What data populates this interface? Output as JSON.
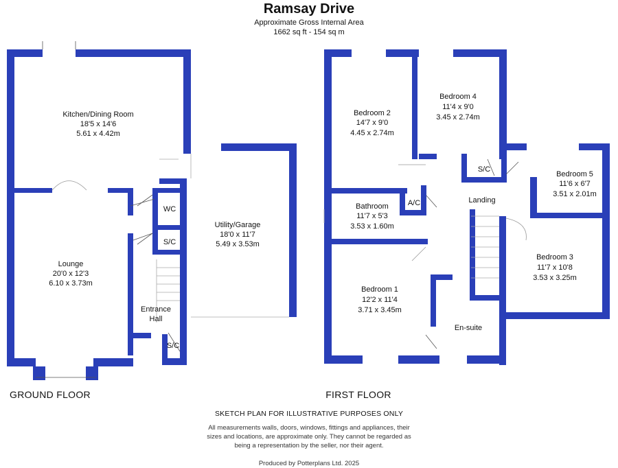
{
  "header": {
    "title": "Ramsay Drive",
    "subtitle": "Approximate Gross Internal Area",
    "area": "1662 sq ft - 154 sq m"
  },
  "colors": {
    "wall": "#2a3fb8",
    "background": "#ffffff",
    "text": "#111111"
  },
  "ground_floor": {
    "label": "GROUND FLOOR",
    "rooms": {
      "kitchen": {
        "name": "Kitchen/Dining Room",
        "imperial": "18'5 x 14'6",
        "metric": "5.61 x 4.42m"
      },
      "lounge": {
        "name": "Lounge",
        "imperial": "20'0 x 12'3",
        "metric": "6.10 x 3.73m"
      },
      "utility": {
        "name": "Utility/Garage",
        "imperial": "18'0 x 11'7",
        "metric": "5.49 x 3.53m"
      },
      "wc": {
        "name": "WC"
      },
      "sc1": {
        "name": "S/C"
      },
      "sc2": {
        "name": "S/C"
      },
      "hall_line1": "Entrance",
      "hall_line2": "Hall"
    }
  },
  "first_floor": {
    "label": "FIRST FLOOR",
    "rooms": {
      "bedroom2": {
        "name": "Bedroom 2",
        "imperial": "14'7 x 9'0",
        "metric": "4.45 x 2.74m"
      },
      "bedroom4": {
        "name": "Bedroom 4",
        "imperial": "11'4 x 9'0",
        "metric": "3.45 x 2.74m"
      },
      "bedroom5": {
        "name": "Bedroom 5",
        "imperial": "11'6 x 6'7",
        "metric": "3.51 x 2.01m"
      },
      "bathroom": {
        "name": "Bathroom",
        "imperial": "11'7 x 5'3",
        "metric": "3.53 x 1.60m"
      },
      "bedroom1": {
        "name": "Bedroom 1",
        "imperial": "12'2 x 11'4",
        "metric": "3.71 x 3.45m"
      },
      "bedroom3": {
        "name": "Bedroom 3",
        "imperial": "11'7 x 10'8",
        "metric": "3.53 x 3.25m"
      },
      "ensuite": {
        "name": "En-suite"
      },
      "landing": {
        "name": "Landing"
      },
      "ac": {
        "name": "A/C"
      },
      "sc": {
        "name": "S/C"
      }
    }
  },
  "footer": {
    "disclaimer_title": "SKETCH PLAN FOR ILLUSTRATIVE PURPOSES ONLY",
    "disclaimer_line1": "All measurements walls, doors, windows, fittings and appliances, their",
    "disclaimer_line2": "sizes and locations, are approximate only. They cannot be regarded as",
    "disclaimer_line3": "being a representation by the seller, nor their agent.",
    "produced_by": "Produced by Potterplans Ltd. 2025"
  }
}
